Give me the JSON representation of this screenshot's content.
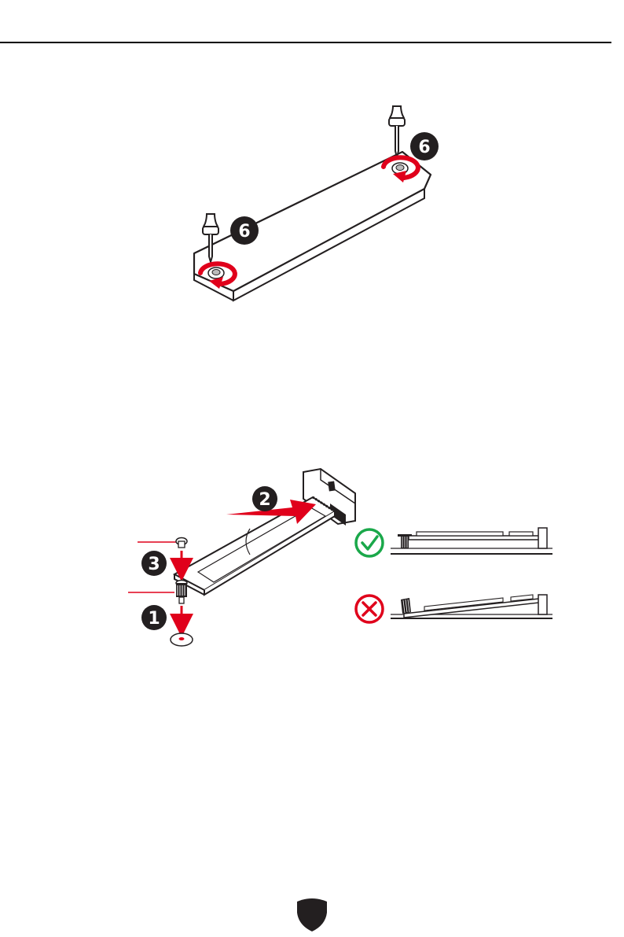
{
  "figure1": {
    "step_badges": [
      "6",
      "6"
    ],
    "icons": [
      "screwdriver-icon",
      "rotate-arrow-icon"
    ]
  },
  "figure2": {
    "step_badges": [
      "1",
      "2",
      "3"
    ],
    "status_icons": {
      "correct": "check-icon",
      "incorrect": "cross-icon"
    }
  },
  "colors": {
    "accent_red": "#e0001b",
    "check_green": "#1aa84a",
    "line": "#231f20"
  }
}
